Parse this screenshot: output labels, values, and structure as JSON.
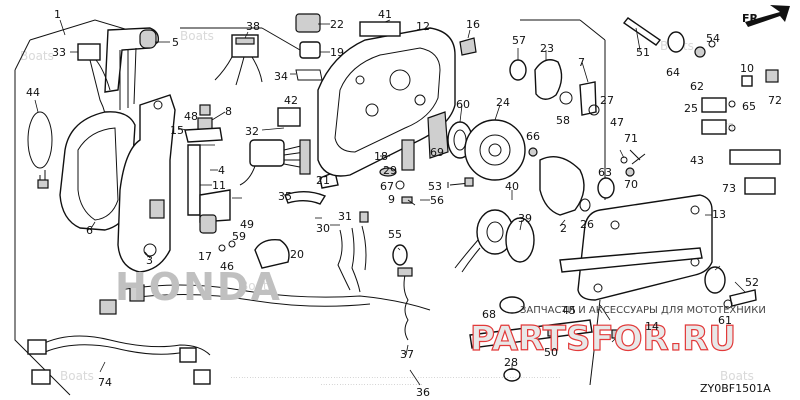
{
  "diagram_code": "ZY0BF1501A",
  "fr_label": "FR.",
  "watermark_brand": "Boats",
  "shop_banner": "ЗАПЧАСТИ И АКСЕССУАРЫ ДЛЯ МОТОТЕХНИКИ",
  "shop_logo": "PARTSFOR.RU",
  "brand_logo": "HONDA",
  "part_numbers": [
    "1",
    "2",
    "3",
    "4",
    "5",
    "6",
    "7",
    "8",
    "9",
    "10",
    "11",
    "12",
    "13",
    "14",
    "15",
    "16",
    "17",
    "18",
    "19",
    "20",
    "21",
    "22",
    "23",
    "24",
    "25",
    "26",
    "27",
    "28",
    "29",
    "30",
    "31",
    "32",
    "33",
    "34",
    "35",
    "36",
    "37",
    "38",
    "39",
    "40",
    "41",
    "42",
    "43",
    "44",
    "45",
    "46",
    "47",
    "48",
    "49",
    "50",
    "51",
    "52",
    "53",
    "54",
    "55",
    "56",
    "57",
    "58",
    "59",
    "60",
    "61",
    "62",
    "63",
    "64",
    "65",
    "66",
    "67",
    "68",
    "69",
    "70",
    "71",
    "72",
    "73",
    "74"
  ]
}
